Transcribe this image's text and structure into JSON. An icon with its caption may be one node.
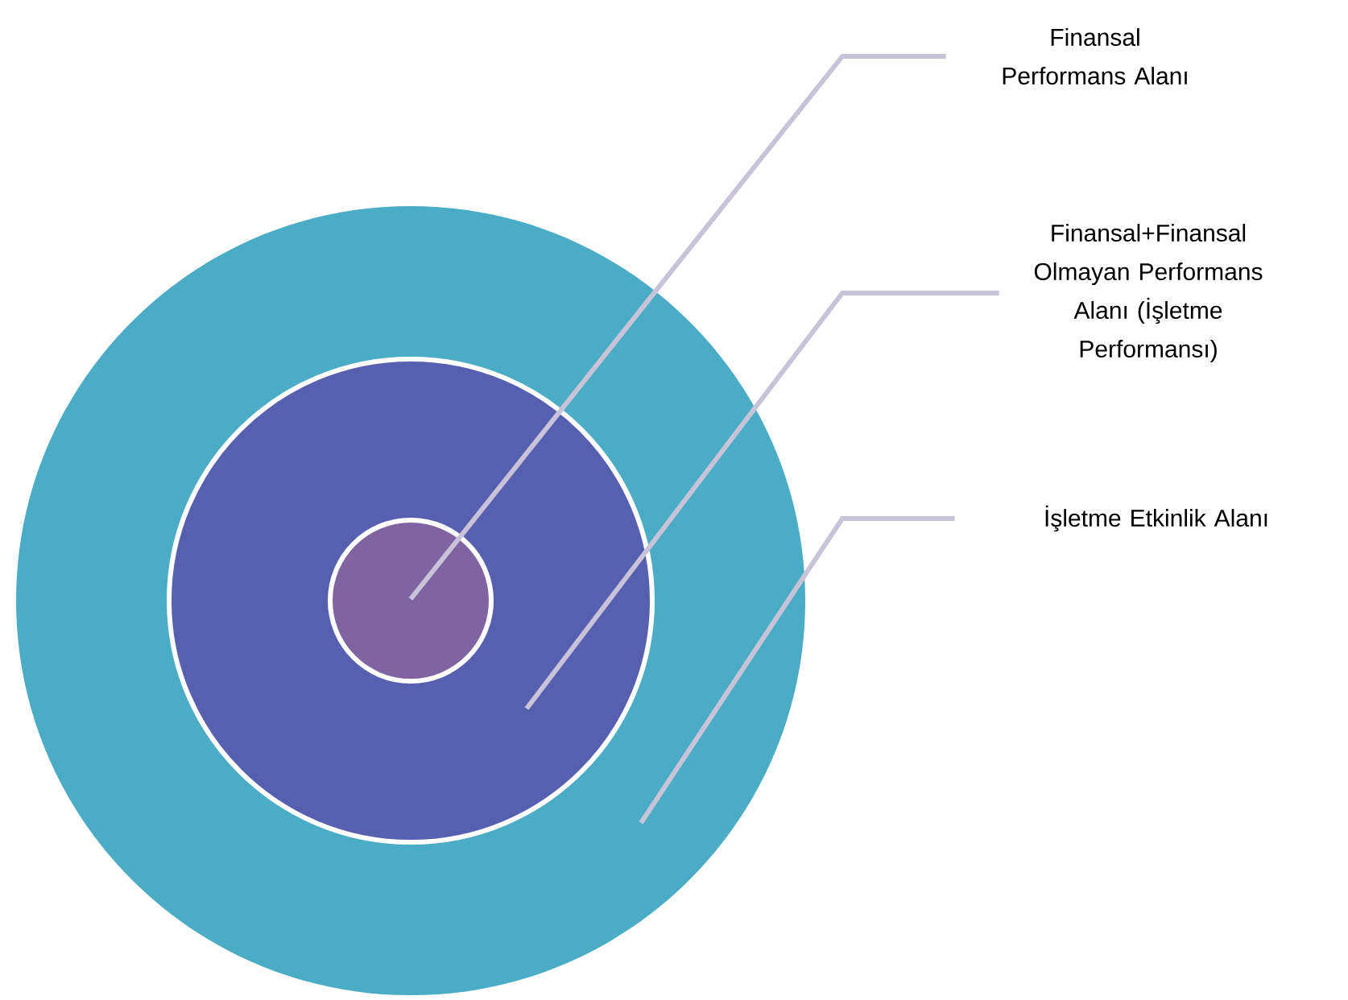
{
  "diagram": {
    "nodes": [
      {
        "text": [],
        "shape": "circle"
      },
      {
        "text": [],
        "shape": "circle",
        "in": 0
      },
      {
        "text": [],
        "shape": "circle",
        "in": 1
      },
      {
        "text": [
          "Finansal Performans Alanı"
        ]
      },
      {
        "text": [
          "Finansal+Finansal Olmayan Performans Alanı (İşletme Performansı)"
        ]
      },
      {
        "text": [
          "İşletme Etkinlik Alanı"
        ]
      }
    ],
    "edges": [
      {
        "from": 3,
        "to": 2,
        "arrow": "none"
      },
      {
        "from": 4,
        "to": 1,
        "arrow": "none"
      },
      {
        "from": 5,
        "to": 0,
        "arrow": "none"
      }
    ]
  }
}
